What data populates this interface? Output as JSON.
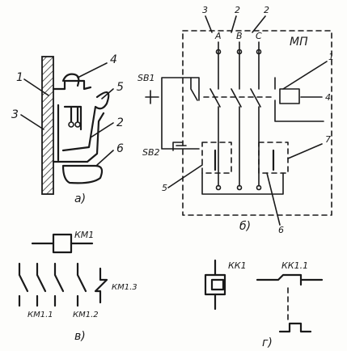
{
  "panel_a": {
    "caption": "а)",
    "callouts": [
      "1",
      "2",
      "3",
      "4",
      "5",
      "6"
    ]
  },
  "panel_b": {
    "caption": "б)",
    "box_label": "МП",
    "phases": [
      "А",
      "В",
      "С"
    ],
    "buttons": [
      "SB1",
      "SB2"
    ],
    "callouts_top": [
      "3",
      "2",
      "2"
    ],
    "callouts_side": [
      "1",
      "4",
      "7",
      "5",
      "6"
    ]
  },
  "panel_c": {
    "caption": "в)",
    "coil_label": "КМ1",
    "contact_labels": [
      "КМ1.1",
      "КМ1.2",
      "КМ1.3"
    ]
  },
  "panel_d": {
    "caption": "г)",
    "relay_label": "КК1",
    "contact_label": "КК1.1"
  }
}
